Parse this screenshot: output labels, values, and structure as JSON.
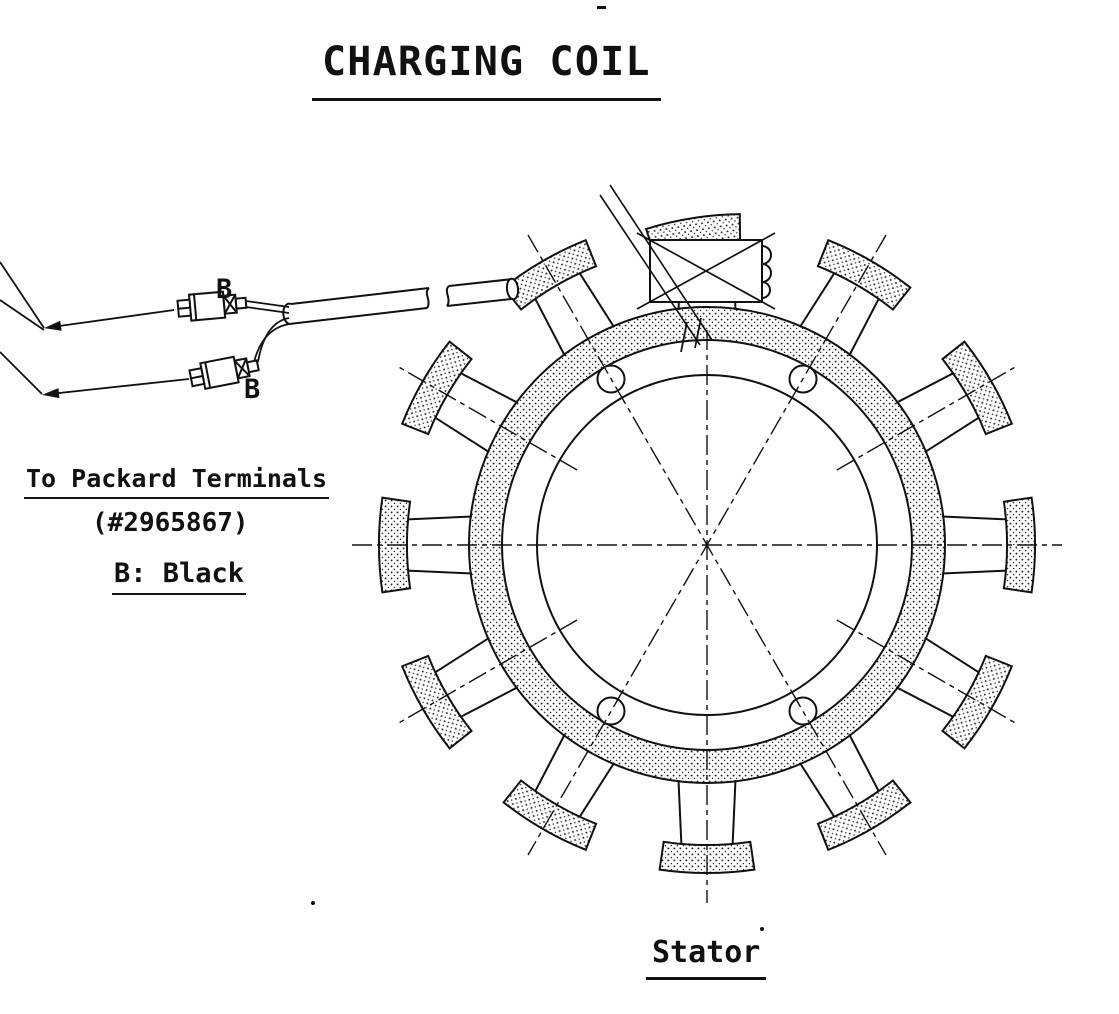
{
  "page": {
    "background": "#ffffff",
    "ink": "#111111"
  },
  "title": {
    "text": "CHARGING COIL"
  },
  "labels": {
    "wire_b_upper": "B",
    "wire_b_lower": "B",
    "terminal_note_line1": "To Packard Terminals",
    "terminal_note_line2": "(#2965867)",
    "color_key": "B: Black",
    "caption": "Stator"
  },
  "diagram": {
    "subject": "charging coil stator line drawing",
    "pole_count": 12,
    "mounting_hole_count": 4,
    "terminal_count": 2,
    "wire_color_code": {
      "B": "Black"
    }
  }
}
